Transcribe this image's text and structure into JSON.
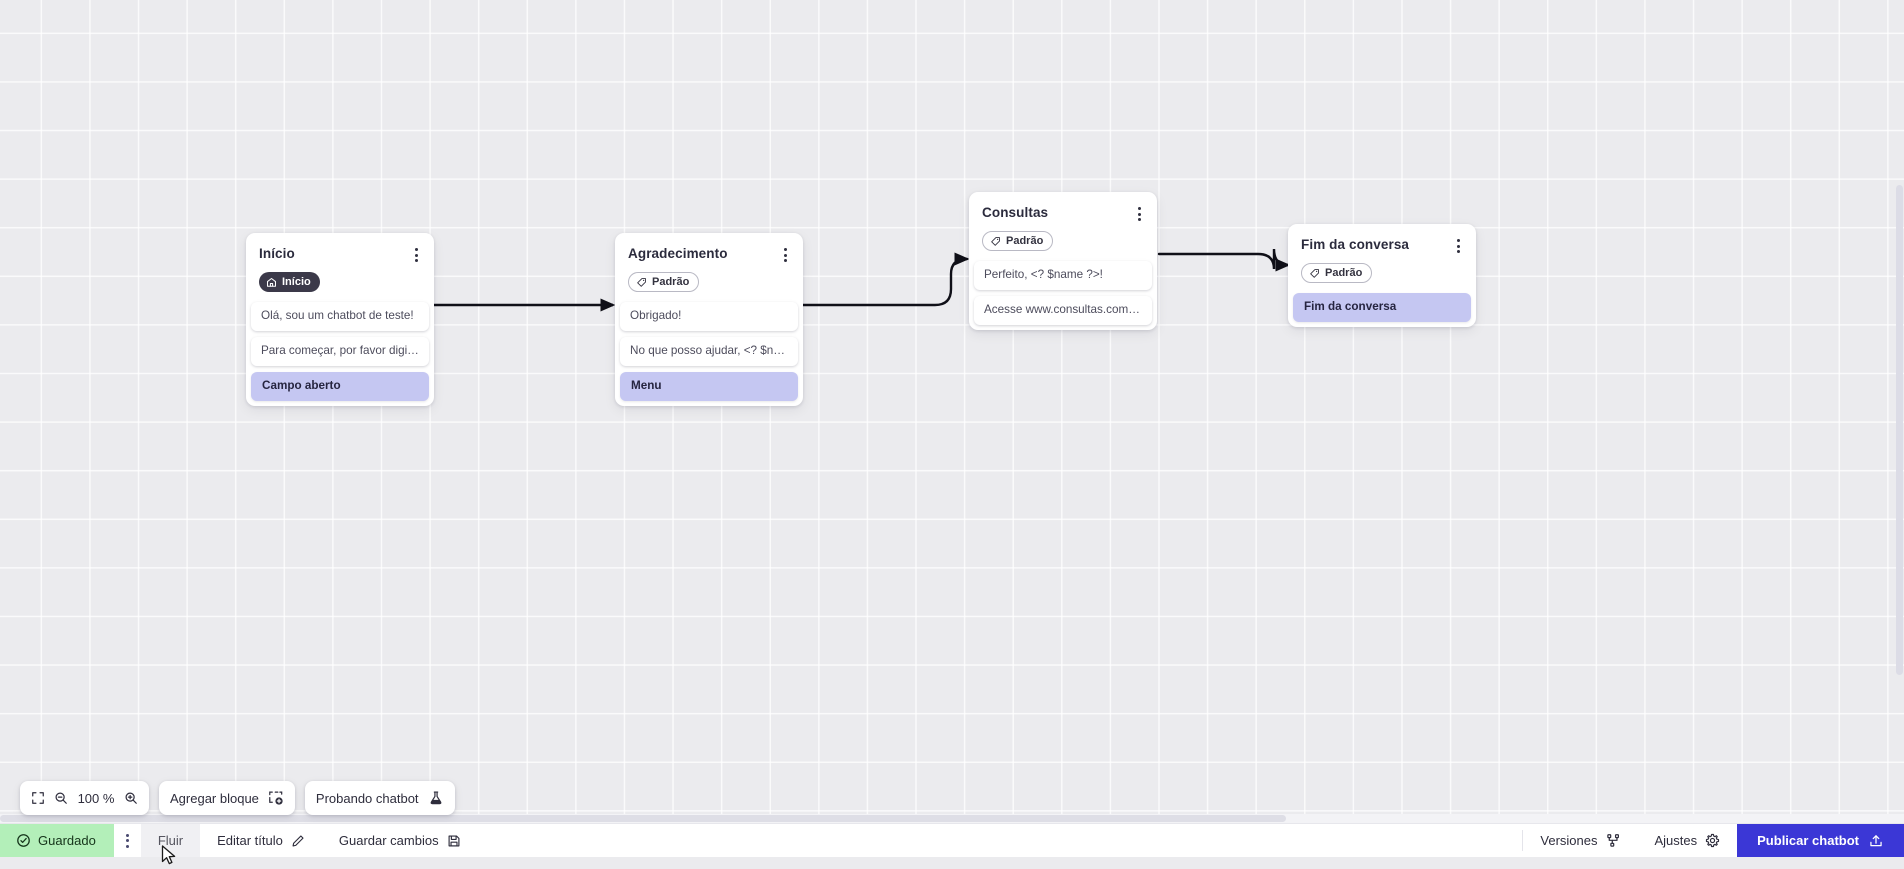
{
  "app": {
    "zoom_level": "100 %",
    "accent_blue": "#3b37d6",
    "accent_lavender": "#c5c7f2",
    "saved_green": "#b3efb9",
    "card_dark_badge": "#3b3949"
  },
  "flow": {
    "nodes": [
      {
        "title": "Início",
        "badge": {
          "label": "Início",
          "style": "dark",
          "icon": "home-icon"
        },
        "rows": [
          {
            "text": "Olá, sou um chatbot de teste!",
            "accent": false
          },
          {
            "text": "Para começar, por favor digite o ...",
            "accent": false
          },
          {
            "text": "Campo aberto",
            "accent": true
          }
        ]
      },
      {
        "title": "Agradecimento",
        "badge": {
          "label": "Padrão",
          "style": "outline",
          "icon": "tag-icon"
        },
        "rows": [
          {
            "text": "Obrigado!",
            "accent": false
          },
          {
            "text": "No que posso ajudar, <? $name ...",
            "accent": false
          },
          {
            "text": "Menu",
            "accent": true
          }
        ]
      },
      {
        "title": "Consultas",
        "badge": {
          "label": "Padrão",
          "style": "outline",
          "icon": "tag-icon"
        },
        "rows": [
          {
            "text": "Perfeito, <? $name ?>!",
            "accent": false
          },
          {
            "text": "Acesse www.consultas.com par...",
            "accent": false
          }
        ]
      },
      {
        "title": "Fim da conversa",
        "badge": {
          "label": "Padrão",
          "style": "outline",
          "icon": "tag-icon"
        },
        "rows": [
          {
            "text": "Fim da conversa",
            "accent": true
          }
        ]
      }
    ]
  },
  "canvas_toolbar": {
    "fit_icon": "fit-screen-icon",
    "zoom_out_icon": "zoom-out-icon",
    "zoom_value": "100 %",
    "zoom_in_icon": "zoom-in-icon",
    "add_block_label": "Agregar bloque",
    "add_block_icon": "add-block-icon",
    "test_chatbot_label": "Probando chatbot",
    "test_chatbot_icon": "flask-icon"
  },
  "bottom_bar": {
    "saved_label": "Guardado",
    "saved_icon": "check-circle-icon",
    "flow_label": "Fluir",
    "edit_title_label": "Editar título",
    "edit_title_icon": "pencil-icon",
    "save_changes_label": "Guardar cambios",
    "save_changes_icon": "floppy-disk-icon",
    "versions_label": "Versiones",
    "versions_icon": "branch-icon",
    "settings_label": "Ajustes",
    "settings_icon": "gear-icon",
    "publish_label": "Publicar chatbot",
    "publish_icon": "upload-icon"
  }
}
